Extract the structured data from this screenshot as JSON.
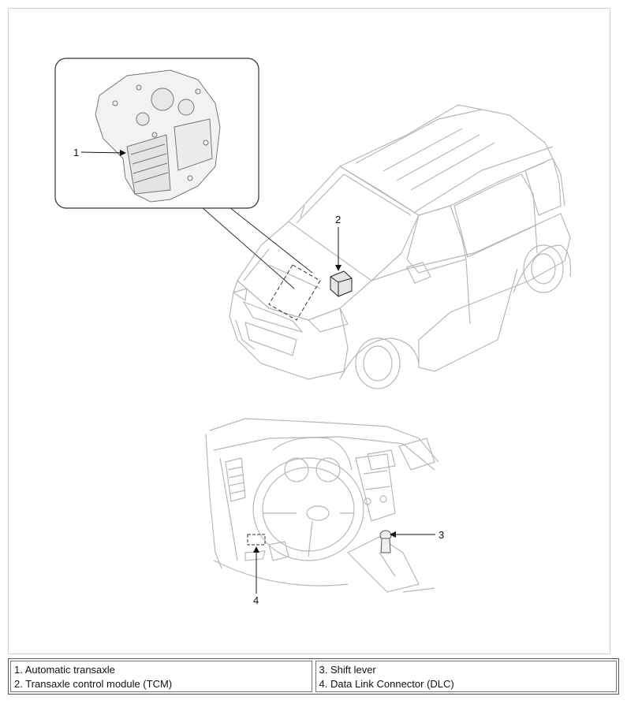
{
  "callouts": {
    "c1": "1",
    "c2": "2",
    "c3": "3",
    "c4": "4"
  },
  "legend": {
    "left": [
      "1. Automatic transaxle",
      "2. Transaxle control module (TCM)"
    ],
    "right": [
      "3. Shift lever",
      "4. Data Link Connector (DLC)"
    ]
  }
}
